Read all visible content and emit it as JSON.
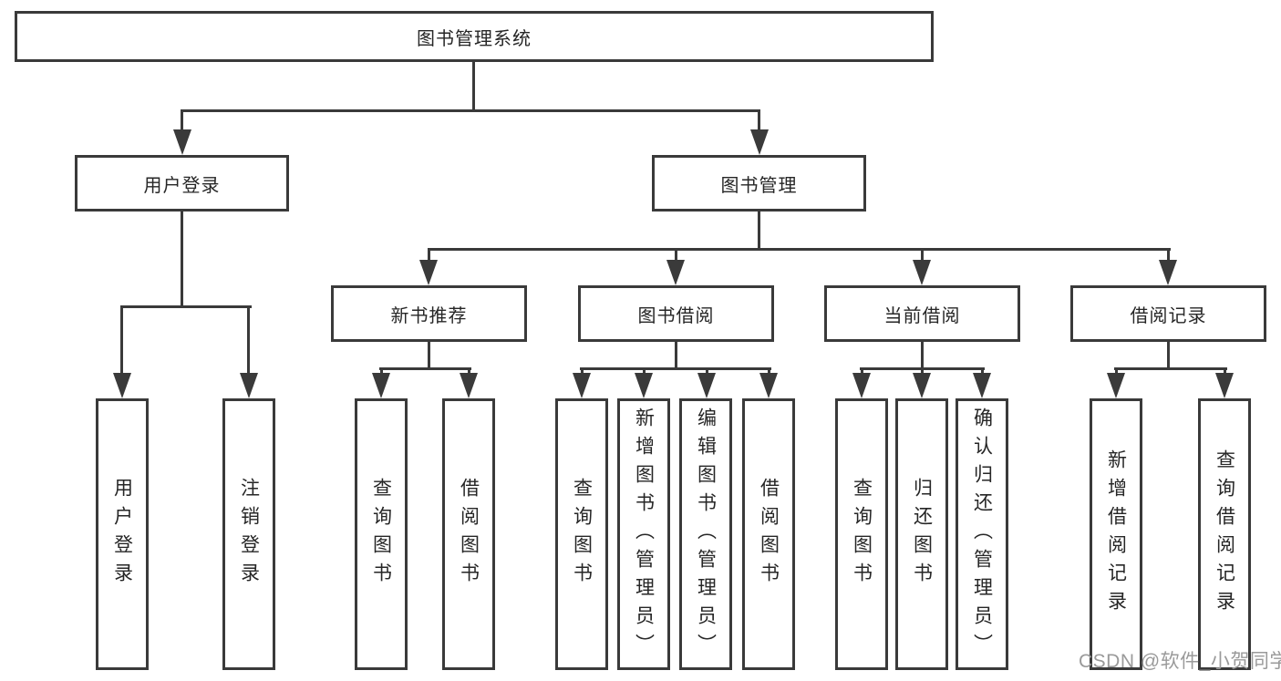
{
  "diagram": {
    "root": {
      "label": "图书管理系统"
    },
    "level2": {
      "user_login": {
        "label": "用户登录"
      },
      "book_mgmt": {
        "label": "图书管理"
      }
    },
    "level3": {
      "new_books": {
        "label": "新书推荐"
      },
      "book_borrow": {
        "label": "图书借阅"
      },
      "current_borrow": {
        "label": "当前借阅"
      },
      "borrow_records": {
        "label": "借阅记录"
      }
    },
    "leaves": {
      "user_login": [
        "用户登录",
        "注销登录"
      ],
      "new_books": [
        "查询图书",
        "借阅图书"
      ],
      "book_borrow": [
        "查询图书",
        "新增图书（管理员）",
        "编辑图书（管理员）",
        "借阅图书"
      ],
      "current_borrow": [
        "查询图书",
        "归还图书",
        "确认归还（管理员）"
      ],
      "borrow_records": [
        "新增借阅记录",
        "查询借阅记录"
      ]
    }
  },
  "watermark": "CSDN @软件_小贺同学",
  "colors": {
    "line": "#3a3a3a",
    "text": "#262626",
    "background": "#ffffff",
    "watermark": "#9a9a9a"
  }
}
